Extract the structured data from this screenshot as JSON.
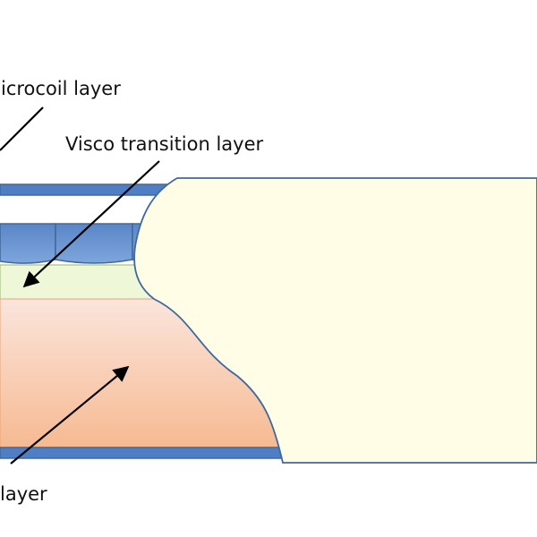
{
  "labels": {
    "microcoil": "icrocoil layer",
    "visco": "Visco transition layer",
    "bottom": "layer"
  },
  "colors": {
    "outline": "#41689a",
    "blue_band": "#4f7ec4",
    "coil_fill": "#6f9ad4",
    "visco_fill": "#eef8d8",
    "orange_top": "#fbe5dc",
    "orange_bottom": "#f6ba92",
    "cream": "#fffde6",
    "arrow": "#000000"
  },
  "icons": {
    "arrows": "arrow-pointer"
  }
}
